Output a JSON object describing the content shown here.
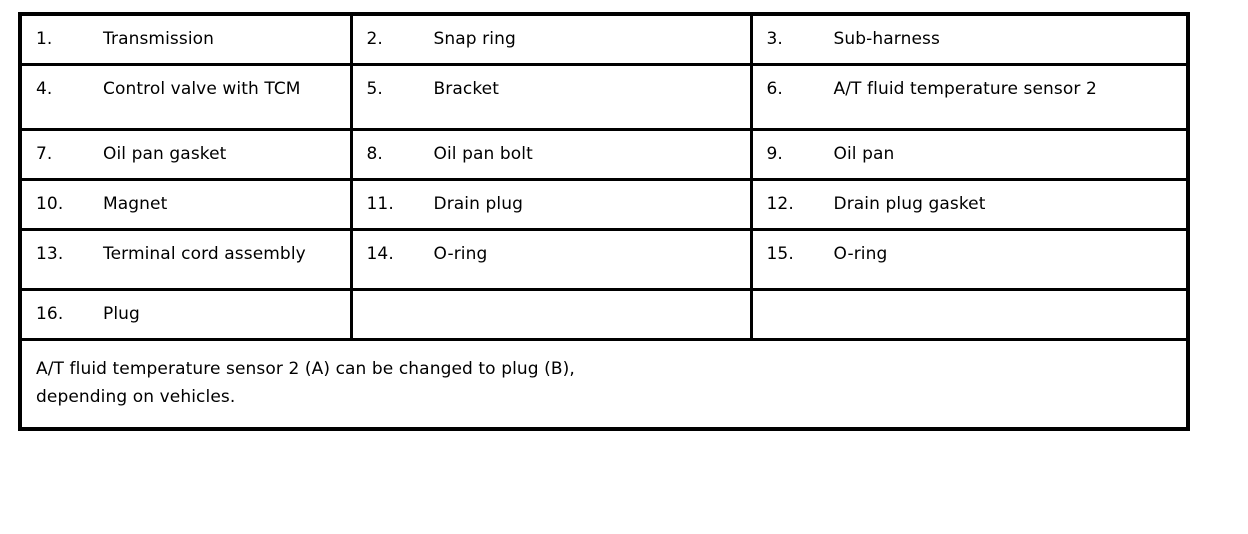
{
  "document": {
    "type": "parts-legend-table",
    "background_color": "#ffffff",
    "text_color": "#000000",
    "border_color": "#000000"
  },
  "table": {
    "columns": 3,
    "rows": [
      [
        {
          "number": "1.",
          "label": "Transmission"
        },
        {
          "number": "2.",
          "label": "Snap ring"
        },
        {
          "number": "3.",
          "label": "Sub-harness"
        }
      ],
      [
        {
          "number": "4.",
          "label": "Control valve with TCM"
        },
        {
          "number": "5.",
          "label": "Bracket"
        },
        {
          "number": "6.",
          "label": "A/T fluid temperature sensor 2"
        }
      ],
      [
        {
          "number": "7.",
          "label": "Oil pan gasket"
        },
        {
          "number": "8.",
          "label": "Oil pan bolt"
        },
        {
          "number": "9.",
          "label": "Oil pan"
        }
      ],
      [
        {
          "number": "10.",
          "label": "Magnet"
        },
        {
          "number": "11.",
          "label": "Drain plug"
        },
        {
          "number": "12.",
          "label": "Drain plug gasket"
        }
      ],
      [
        {
          "number": "13.",
          "label": "Terminal cord assembly"
        },
        {
          "number": "14.",
          "label": "O-ring"
        },
        {
          "number": "15.",
          "label": "O-ring"
        }
      ],
      [
        {
          "number": "16.",
          "label": "Plug"
        },
        {
          "number": "",
          "label": ""
        },
        {
          "number": "",
          "label": ""
        }
      ]
    ]
  },
  "note": {
    "line1": "A/T fluid temperature sensor 2 (A) can be changed to plug (B),",
    "line2": "depending on vehicles.",
    "full_text": "A/T fluid temperature sensor 2 (A) can be changed to plug (B), depending on vehicles."
  }
}
